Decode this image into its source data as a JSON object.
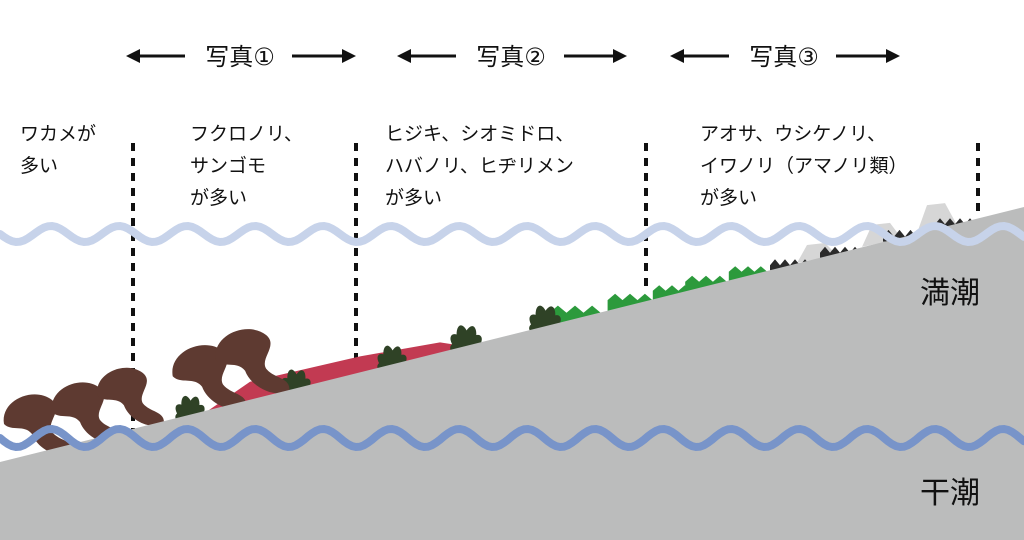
{
  "photo_labels": [
    "写真①",
    "写真②",
    "写真③"
  ],
  "zones": [
    {
      "lines": [
        "ワカメが",
        "多い"
      ]
    },
    {
      "lines": [
        "フクロノリ、",
        "サンゴモ",
        "が多い"
      ]
    },
    {
      "lines": [
        "ヒジキ、シオミドロ、",
        "ハバノリ、ヒヂリメン",
        "が多い"
      ]
    },
    {
      "lines": [
        "アオサ、ウシケノリ、",
        "イワノリ（アマノリ類）",
        "が多い"
      ]
    }
  ],
  "tide_labels": {
    "high": "満潮",
    "low": "干潮"
  },
  "colors": {
    "rock": "#bbbcbc",
    "high_tide_wave": "#c7d3ea",
    "low_tide_wave": "#7894c9",
    "wakame": "#5e3a31",
    "dark_seaweed": "#2f4226",
    "red_seaweed": "#c23a52",
    "green_seaweed": "#2c9a3c",
    "black_seaweed": "#2b2b2b",
    "divider": "#111111"
  }
}
